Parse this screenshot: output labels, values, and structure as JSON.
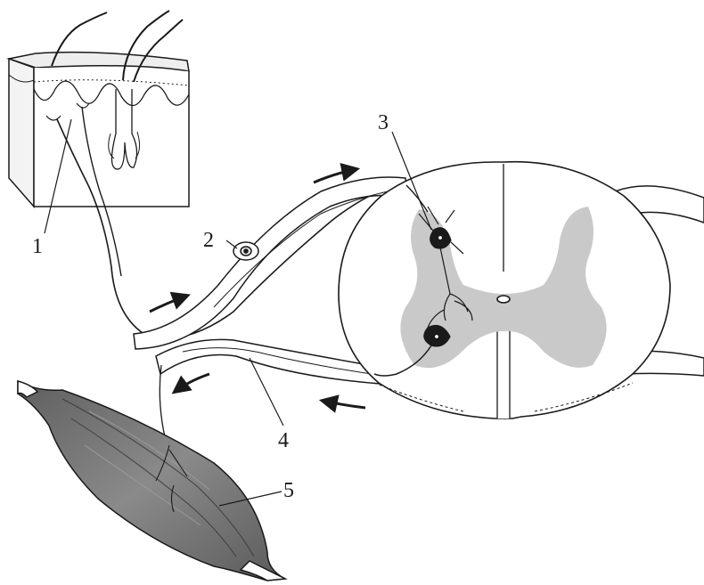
{
  "labels": {
    "receptor": "1",
    "sensory_neuron_body": "2",
    "interneuron": "3",
    "motor_nerve_fiber": "4",
    "effector_muscle": "5"
  },
  "colors": {
    "ink": "#1a1a1a",
    "grey_matter": "#c9c9c9",
    "skin": "#e6e6e6",
    "muscle": "#7a7a7a",
    "background": "#ffffff"
  }
}
